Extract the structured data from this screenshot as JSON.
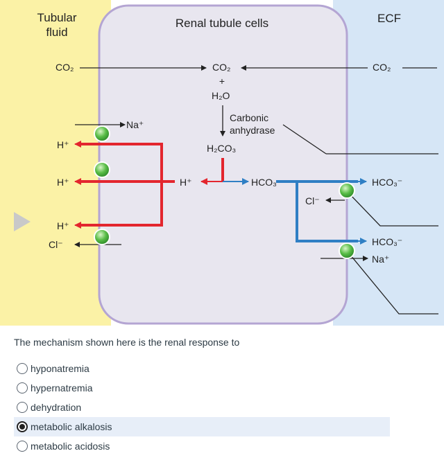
{
  "diagram": {
    "tubular_fluid": "Tubular\nfluid",
    "renal_cells": "Renal tubule cells",
    "ecf": "ECF",
    "co2": "CO₂",
    "plus": "+",
    "h2o": "H₂O",
    "carbonic_anhydrase": "Carbonic\nanhydrase",
    "h2co3": "H₂CO₃",
    "h_plus": "H⁺",
    "na_plus": "Na⁺",
    "cl_minus": "Cl⁻",
    "hco3_minus": "HCO₃⁻",
    "colors": {
      "fluid": "#fbf2a6",
      "ecf": "#d6e6f6",
      "cell": "#e8e6ef",
      "cell_border": "#b4a5d3",
      "h_arrow": "#e3262e",
      "hco3_arrow": "#2f7fc4",
      "transporter": "#4cb648"
    }
  },
  "question": "The mechanism shown here is the renal response to",
  "options": [
    {
      "label": "hyponatremia",
      "selected": false
    },
    {
      "label": "hypernatremia",
      "selected": false
    },
    {
      "label": "dehydration",
      "selected": false
    },
    {
      "label": "metabolic alkalosis",
      "selected": true
    },
    {
      "label": "metabolic acidosis",
      "selected": false
    }
  ]
}
